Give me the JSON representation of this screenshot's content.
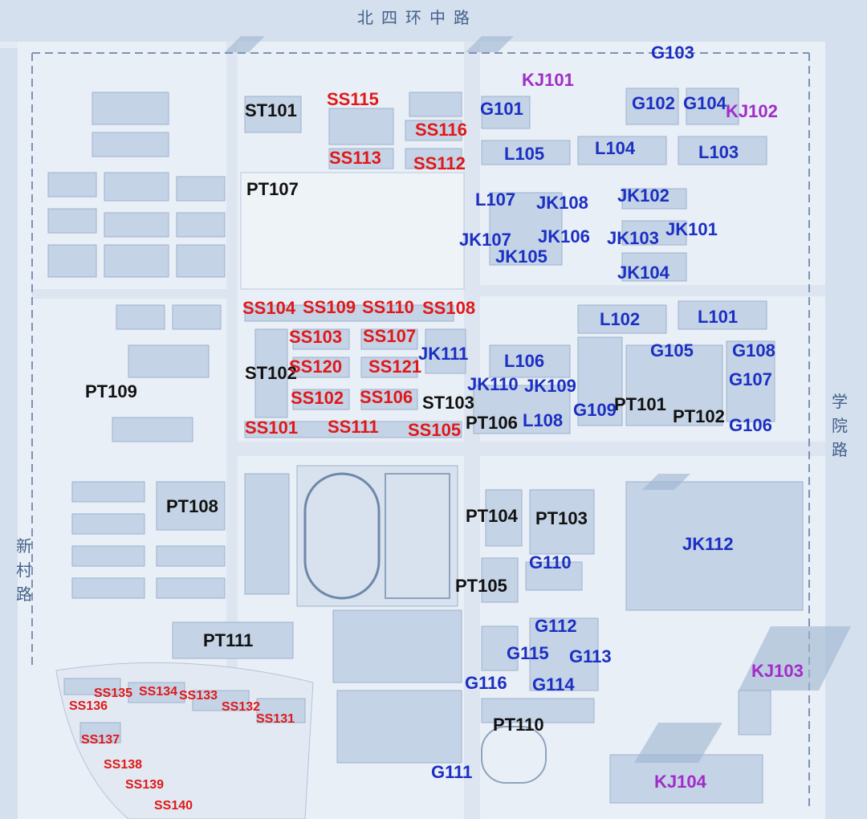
{
  "roads": {
    "north": "北四环中路",
    "east": "学院路",
    "west": "新村路"
  },
  "colors": {
    "general": "#111111",
    "ss": "#e01818",
    "blue": "#1b2fc2",
    "kj": "#a12cc8"
  },
  "buildings": [
    {
      "name": "ST101",
      "group": "black"
    },
    {
      "name": "PT107",
      "group": "black"
    },
    {
      "name": "ST102",
      "group": "black"
    },
    {
      "name": "PT109",
      "group": "black"
    },
    {
      "name": "ST103",
      "group": "black"
    },
    {
      "name": "PT106",
      "group": "black"
    },
    {
      "name": "PT108",
      "group": "black"
    },
    {
      "name": "PT104",
      "group": "black"
    },
    {
      "name": "PT103",
      "group": "black"
    },
    {
      "name": "PT105",
      "group": "black"
    },
    {
      "name": "PT111",
      "group": "black"
    },
    {
      "name": "PT110",
      "group": "black"
    },
    {
      "name": "PT101",
      "group": "black"
    },
    {
      "name": "PT102",
      "group": "black"
    },
    {
      "name": "SS115",
      "group": "red"
    },
    {
      "name": "SS116",
      "group": "red"
    },
    {
      "name": "SS113",
      "group": "red"
    },
    {
      "name": "SS112",
      "group": "red"
    },
    {
      "name": "SS104",
      "group": "red"
    },
    {
      "name": "SS109",
      "group": "red"
    },
    {
      "name": "SS110",
      "group": "red"
    },
    {
      "name": "SS108",
      "group": "red"
    },
    {
      "name": "SS103",
      "group": "red"
    },
    {
      "name": "SS107",
      "group": "red"
    },
    {
      "name": "SS120",
      "group": "red"
    },
    {
      "name": "SS121",
      "group": "red"
    },
    {
      "name": "SS102",
      "group": "red"
    },
    {
      "name": "SS106",
      "group": "red"
    },
    {
      "name": "SS101",
      "group": "red"
    },
    {
      "name": "SS111",
      "group": "red"
    },
    {
      "name": "SS105",
      "group": "red"
    },
    {
      "name": "SS135",
      "group": "red-s"
    },
    {
      "name": "SS134",
      "group": "red-s"
    },
    {
      "name": "SS133",
      "group": "red-s"
    },
    {
      "name": "SS136",
      "group": "red-s"
    },
    {
      "name": "SS132",
      "group": "red-s"
    },
    {
      "name": "SS131",
      "group": "red-s"
    },
    {
      "name": "SS137",
      "group": "red-s"
    },
    {
      "name": "SS138",
      "group": "red-s"
    },
    {
      "name": "SS139",
      "group": "red-s"
    },
    {
      "name": "SS140",
      "group": "red-s"
    },
    {
      "name": "G103",
      "group": "blue"
    },
    {
      "name": "G101",
      "group": "blue"
    },
    {
      "name": "G102",
      "group": "blue"
    },
    {
      "name": "G104",
      "group": "blue"
    },
    {
      "name": "L105",
      "group": "blue"
    },
    {
      "name": "L104",
      "group": "blue"
    },
    {
      "name": "L103",
      "group": "blue"
    },
    {
      "name": "L107",
      "group": "blue"
    },
    {
      "name": "JK108",
      "group": "blue"
    },
    {
      "name": "JK102",
      "group": "blue"
    },
    {
      "name": "JK101",
      "group": "blue"
    },
    {
      "name": "JK107",
      "group": "blue"
    },
    {
      "name": "JK106",
      "group": "blue"
    },
    {
      "name": "JK103",
      "group": "blue"
    },
    {
      "name": "JK105",
      "group": "blue"
    },
    {
      "name": "JK104",
      "group": "blue"
    },
    {
      "name": "L102",
      "group": "blue"
    },
    {
      "name": "L101",
      "group": "blue"
    },
    {
      "name": "JK111",
      "group": "blue"
    },
    {
      "name": "L106",
      "group": "blue"
    },
    {
      "name": "G105",
      "group": "blue"
    },
    {
      "name": "G108",
      "group": "blue"
    },
    {
      "name": "G107",
      "group": "blue"
    },
    {
      "name": "JK110",
      "group": "blue"
    },
    {
      "name": "JK109",
      "group": "blue"
    },
    {
      "name": "G109",
      "group": "blue"
    },
    {
      "name": "L108",
      "group": "blue"
    },
    {
      "name": "G106",
      "group": "blue"
    },
    {
      "name": "JK112",
      "group": "blue"
    },
    {
      "name": "G110",
      "group": "blue"
    },
    {
      "name": "G112",
      "group": "blue"
    },
    {
      "name": "G115",
      "group": "blue"
    },
    {
      "name": "G113",
      "group": "blue"
    },
    {
      "name": "G116",
      "group": "blue"
    },
    {
      "name": "G114",
      "group": "blue"
    },
    {
      "name": "G111",
      "group": "blue"
    },
    {
      "name": "KJ101",
      "group": "purple"
    },
    {
      "name": "KJ102",
      "group": "purple"
    },
    {
      "name": "KJ103",
      "group": "purple"
    },
    {
      "name": "KJ104",
      "group": "purple"
    }
  ]
}
